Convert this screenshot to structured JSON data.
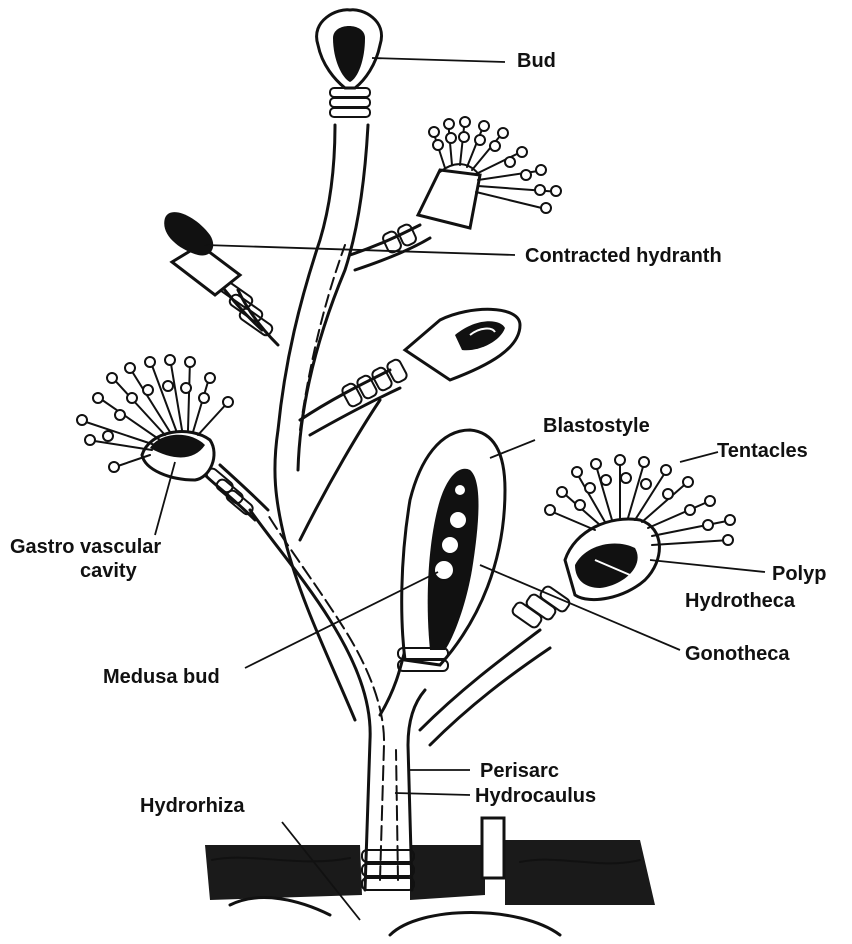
{
  "diagram": {
    "labels": {
      "bud": "Bud",
      "contracted_hydranth": "Contracted hydranth",
      "blastostyle": "Blastostyle",
      "tentacles": "Tentacles",
      "gastro_vascular_1": "Gastro vascular",
      "gastro_vascular_2": "cavity",
      "polyp": "Polyp",
      "hydrotheca": "Hydrotheca",
      "gonotheca": "Gonotheca",
      "medusa_bud": "Medusa bud",
      "perisarc": "Perisarc",
      "hydrocaulus": "Hydrocaulus",
      "hydrorhiza": "Hydrorhiza"
    }
  }
}
